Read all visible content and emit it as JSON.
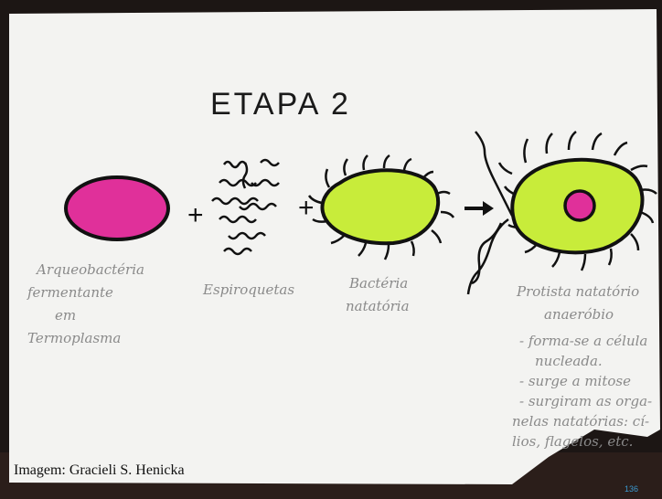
{
  "title": "ETAPA 2",
  "labels": {
    "archaea": [
      "Arqueobactéria",
      "fermentante",
      "em",
      "Termoplasma"
    ],
    "spirochetes": [
      "Espiroquetas"
    ],
    "bacterium": [
      "Bactéria",
      "natatória"
    ],
    "protist": [
      "Protista natatório",
      "anaeróbio"
    ],
    "notes": [
      "- forma-se a célula",
      "nucleada.",
      "- surge a mitose",
      "- surgiram as orga-",
      "nelas natatórias: cí-",
      "lios, flagelos, etc."
    ]
  },
  "operators": {
    "plus1": "+",
    "plus2": "+"
  },
  "credit": "Imagem: Gracieli S. Henicka",
  "page_number": "136",
  "colors": {
    "magenta": "#e0309a",
    "lime": "#c8ec3a",
    "paper": "#f4f4f2"
  }
}
